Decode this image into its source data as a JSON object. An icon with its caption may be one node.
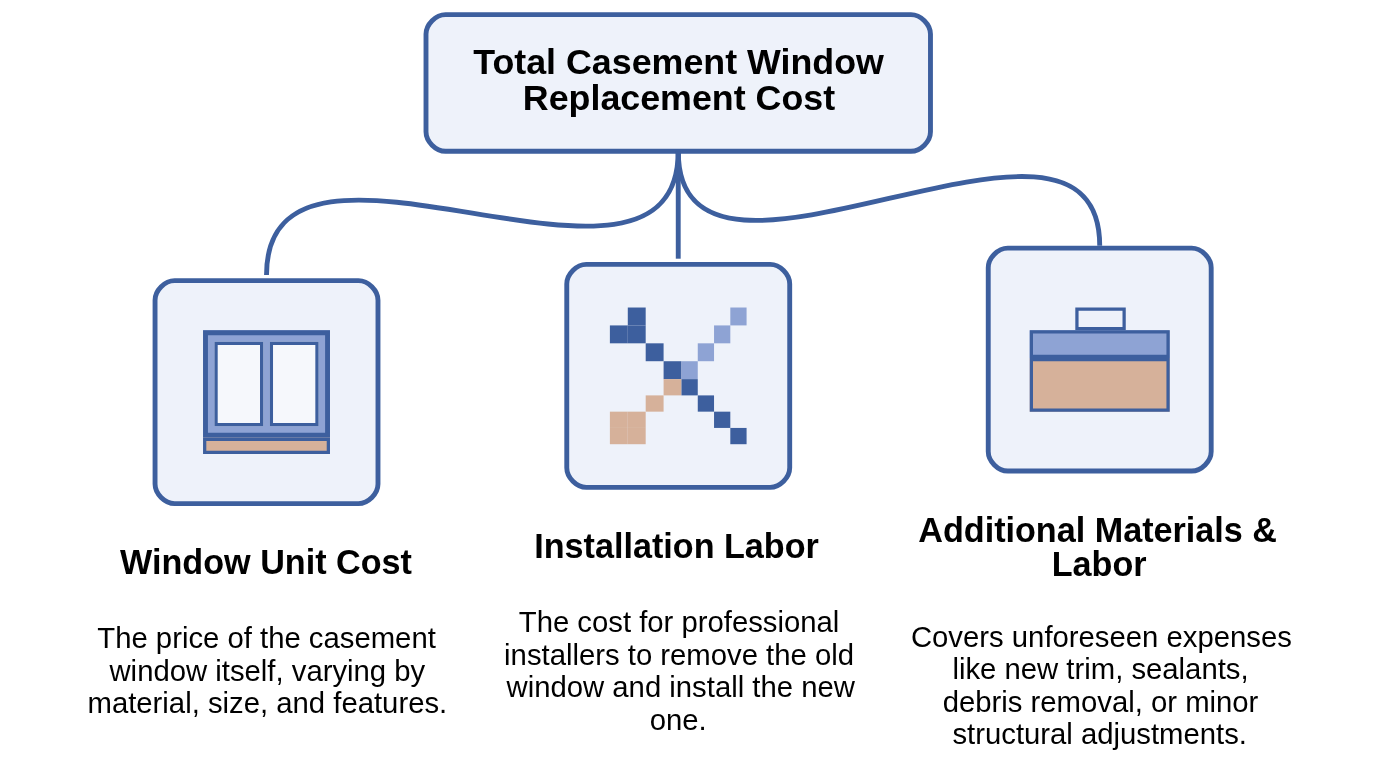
{
  "diagram": {
    "nodes": [
      {
        "text": [
          "Total Casement Window Replacement Cost"
        ]
      },
      {
        "text": [
          "Window Unit Cost",
          "The price of the casement window itself, varying by material, size, and features."
        ]
      },
      {
        "text": [
          "Installation Labor",
          "The cost for professional installers to remove the old window and install the new one."
        ]
      },
      {
        "text": [
          "Additional Materials & Labor",
          "Covers unforeseen expenses like new trim, sealants, debris removal, or minor structural adjustments."
        ]
      }
    ],
    "edges": [
      {
        "from": 0,
        "to": 1,
        "arrow": "none"
      },
      {
        "from": 0,
        "to": 2,
        "arrow": "none"
      },
      {
        "from": 0,
        "to": 3,
        "arrow": "none"
      }
    ]
  }
}
